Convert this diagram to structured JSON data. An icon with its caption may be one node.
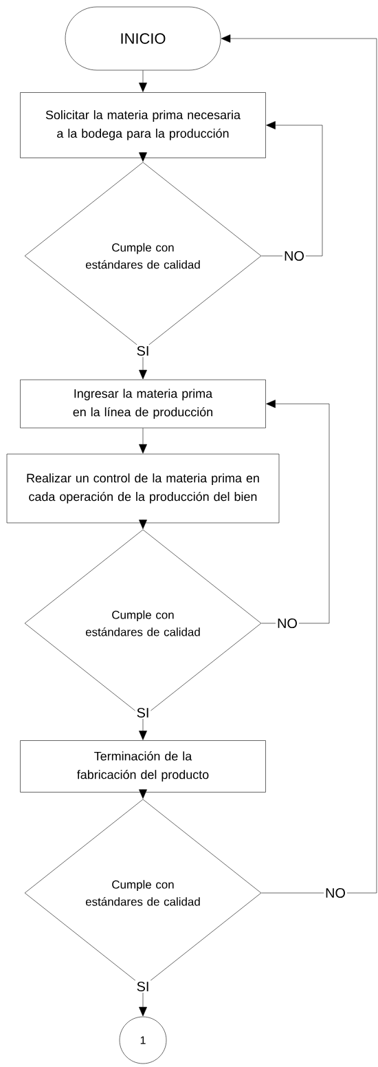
{
  "diagram": {
    "nodes": [
      {
        "text": [
          "INICIO"
        ]
      },
      {
        "text": [
          "Solicitar la materia prima necesaria a la bodega para la producción"
        ]
      },
      {
        "text": [
          "Cumple con estándares de calidad"
        ]
      },
      {
        "text": [
          "Ingresar la materia prima en la línea de producción"
        ]
      },
      {
        "text": [
          "Realizar un control de la materia prima en cada operación de la producción del bien"
        ]
      },
      {
        "text": [
          "Cumple con estándares de calidad"
        ]
      },
      {
        "text": [
          "Terminación de la fabricación del  producto"
        ]
      },
      {
        "text": [
          "Cumple con estándares de calidad"
        ]
      },
      {
        "text": [
          "1"
        ]
      }
    ],
    "edges": [
      {
        "from": 0,
        "to": 1,
        "arrow": "to"
      },
      {
        "from": 1,
        "to": 2,
        "arrow": "to"
      },
      {
        "from": 2,
        "to": 3,
        "arrow": "to",
        "label": "SI"
      },
      {
        "from": 2,
        "to": 1,
        "arrow": "to",
        "label": "NO"
      },
      {
        "from": 3,
        "to": 4,
        "arrow": "to"
      },
      {
        "from": 4,
        "to": 5,
        "arrow": "to"
      },
      {
        "from": 5,
        "to": 6,
        "arrow": "to",
        "label": "SI"
      },
      {
        "from": 5,
        "to": 3,
        "arrow": "to",
        "label": "NO"
      },
      {
        "from": 6,
        "to": 7,
        "arrow": "to"
      },
      {
        "from": 7,
        "to": 8,
        "arrow": "to",
        "label": "SI"
      },
      {
        "from": 7,
        "to": 0,
        "arrow": "to",
        "label": "NO"
      }
    ]
  }
}
